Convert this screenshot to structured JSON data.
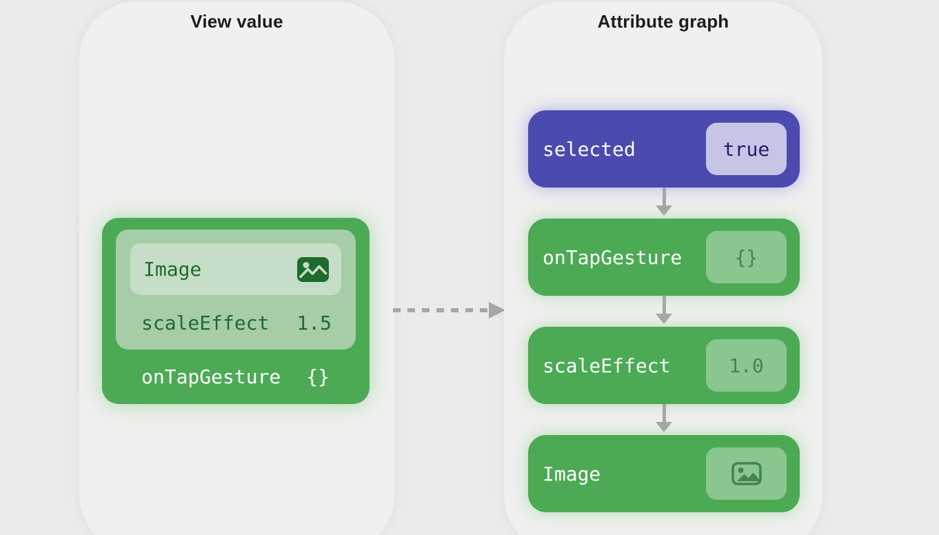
{
  "view_value": {
    "title": "View value",
    "card": {
      "view": {
        "label": "Image",
        "icon": "photo-icon"
      },
      "scale": {
        "label": "scaleEffect",
        "value": "1.5"
      },
      "tap": {
        "label": "onTapGesture",
        "value": "{}"
      }
    }
  },
  "attribute_graph": {
    "title": "Attribute graph",
    "nodes": [
      {
        "label": "selected",
        "value": "true",
        "type": "state"
      },
      {
        "label": "onTapGesture",
        "value": "{}",
        "type": "modifier"
      },
      {
        "label": "scaleEffect",
        "value": "1.0",
        "type": "modifier"
      },
      {
        "label": "Image",
        "value": "",
        "type": "view",
        "icon": "photo-icon"
      }
    ],
    "connector_icon": "down-arrow-icon"
  },
  "link_icon": "dashed-arrow-right-icon",
  "colors": {
    "background": "#ebebe9",
    "panel": "#f0f0ef",
    "green": "#4caa55",
    "green_light": "#a6cda7",
    "green_pale": "#c6ddc7",
    "green_dark_text": "#1e6b2d",
    "purple": "#4b4aaf",
    "lavender_badge": "#c6c5e6",
    "indigo_text": "#211f6b",
    "arrow_gray": "#a7a7a7",
    "title_text": "#1d1d1f"
  }
}
